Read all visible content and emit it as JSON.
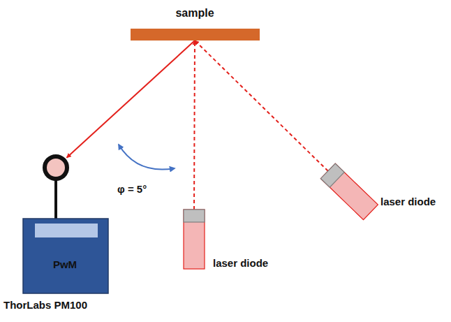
{
  "diagram": {
    "nodes": [
      {
        "text": [
          "sample"
        ]
      },
      {
        "text": [
          "PwM",
          "ThorLabs PM100"
        ]
      },
      {
        "text": [
          "laser diode"
        ]
      },
      {
        "text": [
          "laser diode"
        ]
      }
    ],
    "edges": [
      {
        "from": 0,
        "to": 1,
        "arrow": "to"
      },
      {
        "from": 2,
        "to": 0,
        "arrow": "to"
      },
      {
        "from": 3,
        "to": 0,
        "arrow": "to"
      }
    ],
    "labels": [
      "φ = 5°"
    ]
  }
}
